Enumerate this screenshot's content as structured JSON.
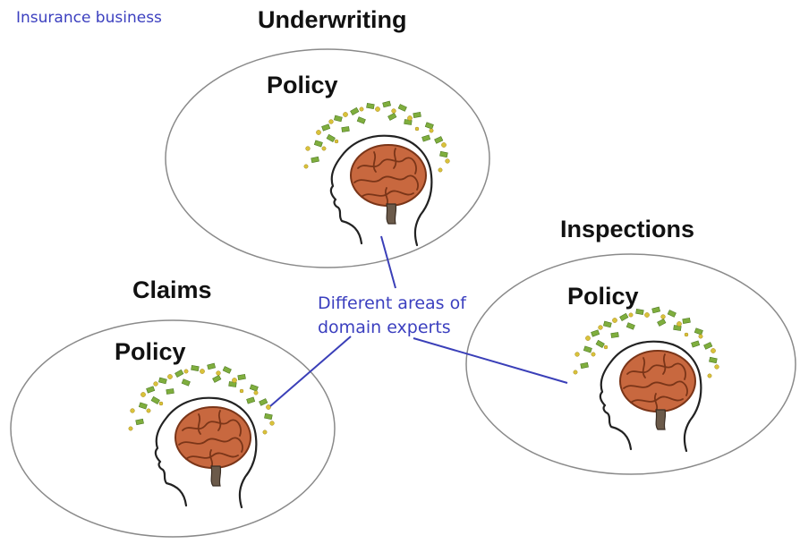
{
  "header": {
    "label": "Insurance business"
  },
  "areas": [
    {
      "title": "Underwriting",
      "concept": "Policy"
    },
    {
      "title": "Claims",
      "concept": "Policy"
    },
    {
      "title": "Inspections",
      "concept": "Policy"
    }
  ],
  "annotation": {
    "lines": [
      "Different areas of",
      "domain experts"
    ]
  },
  "icons": {
    "expert": "head-with-brain-and-money-icon"
  },
  "colors": {
    "annotation_text": "#3b3fbf",
    "connector": "#3a3fb8",
    "ellipse_stroke": "#8a8a8a",
    "brain": "#c8683f",
    "money": "#7fae3e"
  }
}
